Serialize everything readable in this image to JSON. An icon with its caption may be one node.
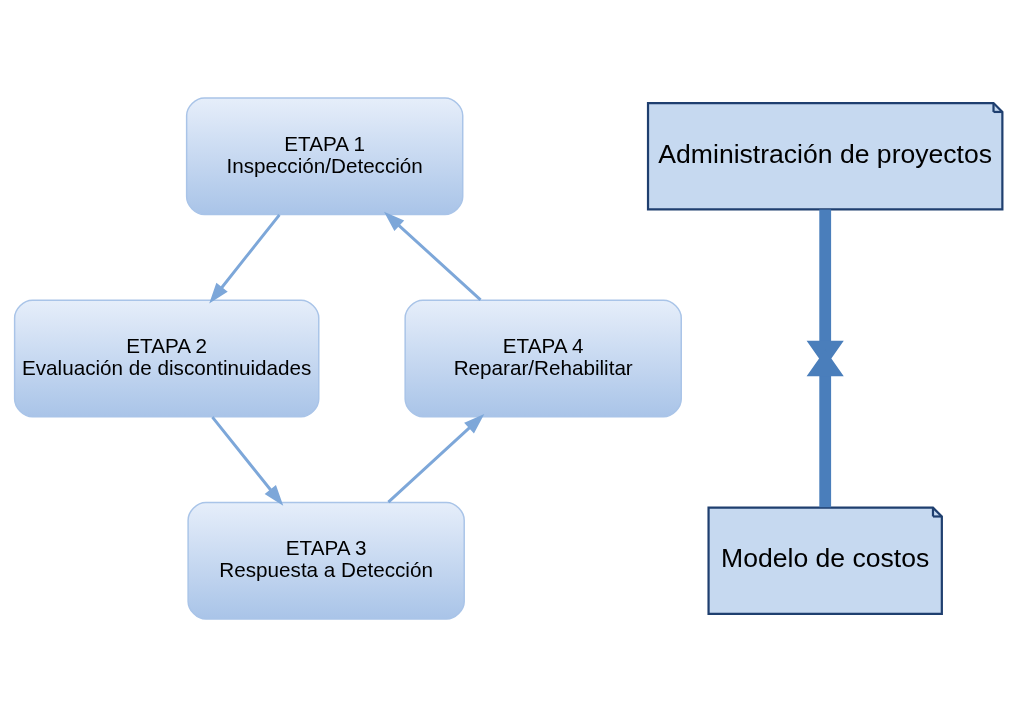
{
  "diagram": {
    "nodes": [
      {
        "text": [
          "ETAPA 1",
          "Inspección/Detección"
        ]
      },
      {
        "text": [
          "ETAPA 2",
          "Evaluación de discontinuidades"
        ]
      },
      {
        "text": [
          "ETAPA 3",
          "Respuesta a Detección"
        ]
      },
      {
        "text": [
          "ETAPA 4",
          "Reparar/Rehabilitar"
        ]
      },
      {
        "text": [
          "Administración de proyectos"
        ]
      },
      {
        "text": [
          "Modelo de costos"
        ]
      }
    ],
    "edges": [
      {
        "from": 0,
        "to": 1,
        "arrow": "to"
      },
      {
        "from": 1,
        "to": 2,
        "arrow": "to"
      },
      {
        "from": 2,
        "to": 3,
        "arrow": "to"
      },
      {
        "from": 3,
        "to": 0,
        "arrow": "to"
      },
      {
        "from": 4,
        "to": null,
        "arrow": "to",
        "style": "thick",
        "color": "#4a7ebb"
      },
      {
        "from": 5,
        "to": null,
        "arrow": "to",
        "style": "thick",
        "color": "#4a7ebb"
      }
    ]
  }
}
